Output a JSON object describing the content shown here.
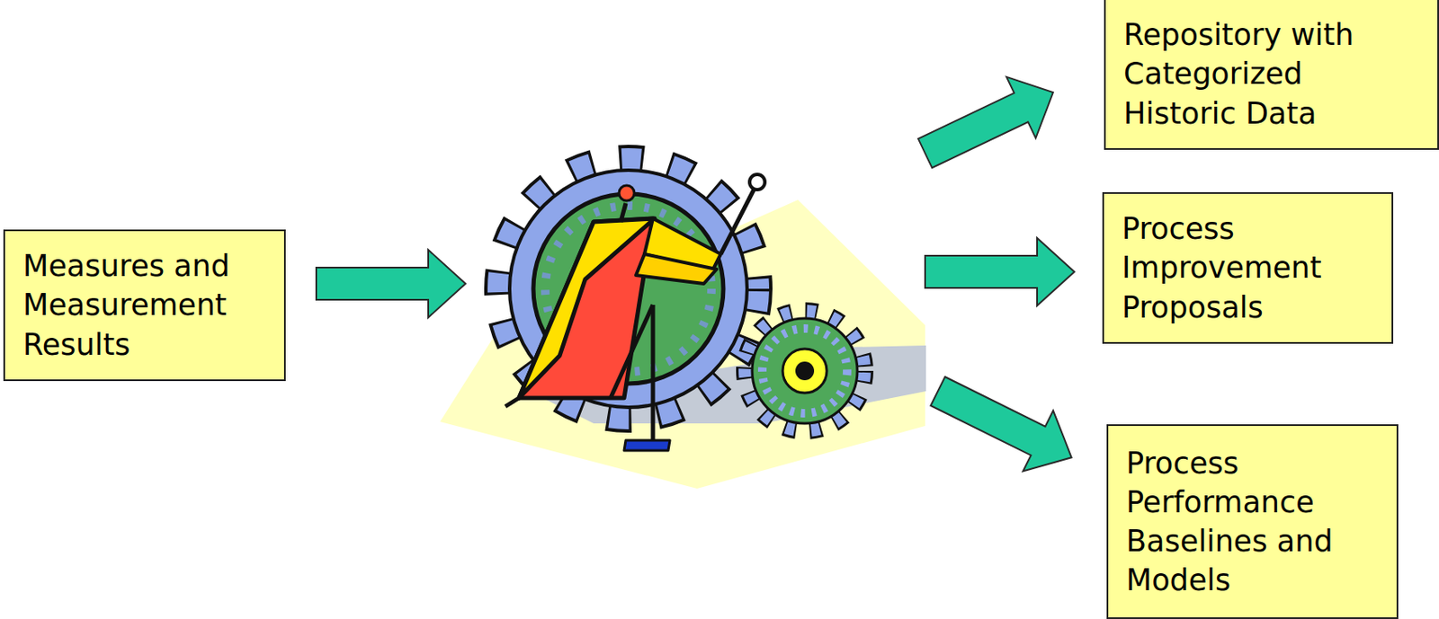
{
  "diagram": {
    "nodes": [
      {
        "text": [
          "Measures and Measurement Results"
        ]
      },
      {
        "text": [
          "Repository with Categorized Historic Data"
        ]
      },
      {
        "text": [
          "Process Improvement Proposals"
        ]
      },
      {
        "text": [
          "Process Performance Baselines and Models"
        ]
      }
    ]
  }
}
